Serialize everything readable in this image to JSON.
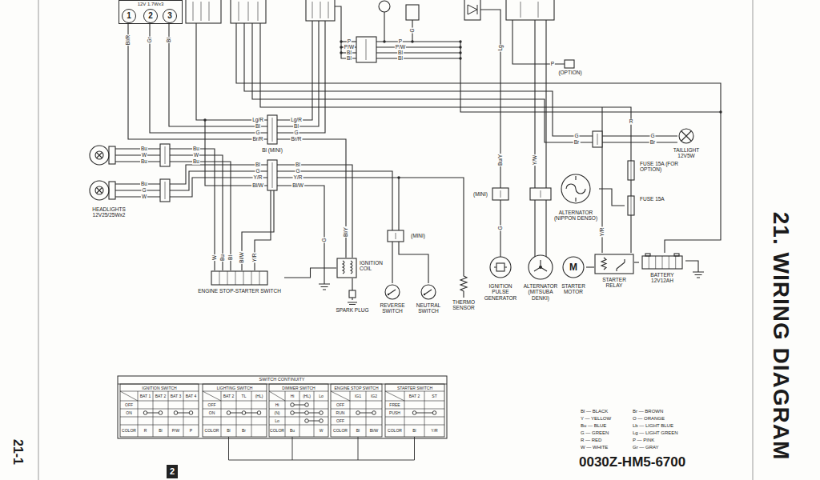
{
  "diagram": {
    "title": "21. WIRING DIAGRAM",
    "nodes": [
      {
        "text": [
          "12V 1.7Wx3"
        ]
      },
      {
        "text": [
          "1"
        ],
        "in": 0
      },
      {
        "text": [
          "2"
        ],
        "in": 0
      },
      {
        "text": [
          "3"
        ],
        "in": 0
      },
      {
        "text": [
          "HEADLIGHTS 12V25/25Wx2"
        ]
      },
      {
        "text": [
          "ENGINE STOP-STARTER SWITCH"
        ]
      },
      {
        "text": [
          "IGNITION COIL"
        ]
      },
      {
        "text": [
          "SPARK PLUG"
        ]
      },
      {
        "text": [
          "REVERSE SWITCH"
        ]
      },
      {
        "text": [
          "NEUTRAL SWITCH"
        ]
      },
      {
        "text": [
          "THERMO SENSOR"
        ]
      },
      {
        "text": [
          "IGNITION PULSE GENERATOR"
        ]
      },
      {
        "text": [
          "ALTERNATOR (MITSUBA DENKI)"
        ]
      },
      {
        "text": [
          "M",
          "STARTER MOTOR"
        ]
      },
      {
        "text": [
          "ALTERNATOR (NIPPON DENSO)"
        ]
      },
      {
        "text": [
          "STARTER RELAY"
        ]
      },
      {
        "text": [
          "BATTERY 12V12AH"
        ]
      },
      {
        "text": [
          "FUSE 15A (FOR OPTION)"
        ]
      },
      {
        "text": [
          "FUSE 15A"
        ]
      },
      {
        "text": [
          "TAILLIGHT 12V5W"
        ]
      },
      {
        "text": [
          "2"
        ]
      }
    ],
    "edges": [
      {
        "from": 16,
        "to": 15,
        "arrow": "none"
      },
      {
        "from": 15,
        "to": 13,
        "arrow": "none"
      },
      {
        "from": 18,
        "to": 15,
        "arrow": "none"
      },
      {
        "from": 17,
        "to": 18,
        "arrow": "none"
      },
      {
        "from": 6,
        "to": 7,
        "arrow": "none"
      },
      {
        "from": 5,
        "to": 6,
        "arrow": "none"
      },
      {
        "from": 14,
        "to": 18,
        "arrow": "none"
      }
    ],
    "labels": [
      "Bl/R",
      "Gr",
      "Bl",
      "P",
      "(OPTION)",
      "Lg/R",
      "Bl",
      "G",
      "Br/R",
      "Bl (MINI)",
      "Lg/R",
      "Bl",
      "G",
      "Br/R",
      "Bu",
      "W",
      "Bu",
      "Bu",
      "W",
      "Bu",
      "Bu",
      "G",
      "W",
      "Bl",
      "G",
      "Y/R",
      "Bl/W",
      "Bl",
      "G",
      "Y/R",
      "Bl/W",
      "W",
      "Bu",
      "Bl",
      "Bl/W",
      "Y/R",
      "P",
      "P/W",
      "Bl",
      "Bl",
      "P",
      "P/W",
      "Bl",
      "Bl",
      "G",
      "Lg",
      "G",
      "Br",
      "G",
      "Br",
      "R",
      "Y/R",
      "(MINI)",
      "G",
      "Bu/Y",
      "Y/W",
      "(MINI)",
      "Bl/Y",
      "G",
      "SWITCH CONTINUITY",
      "IGNITION SWITCH",
      "BAT 1",
      "BAT 2",
      "BAT 3",
      "BAT 4",
      "OFF",
      "ON",
      "COLOR",
      "R",
      "Bl",
      "P/W",
      "P",
      "LIGHTING SWITCH",
      "BAT 2",
      "TL",
      "(HL)",
      "OFF",
      "ON",
      "COLOR",
      "Bl",
      "Br",
      "DIMMER SWITCH",
      "Hi",
      "(HL)",
      "Lo",
      "Hi",
      "(N)",
      "Lo",
      "COLOR",
      "Bu",
      "W",
      "ENGINE STOP SWITCH",
      "IG1",
      "IG2",
      "OFF",
      "RUN",
      "OFF",
      "COLOR",
      "Bl",
      "Bl/W",
      "STARTER SWITCH",
      "BAT 2",
      "ST",
      "FREE",
      "PUSH",
      "COLOR",
      "Bl",
      "Y/R",
      "Bl — BLACK",
      "Y — YELLOW",
      "Bu — BLUE",
      "G — GREEN",
      "R — RED",
      "W — WHITE",
      "Br — BROWN",
      "O — ORANGE",
      "Lb — LIGHT BLUE",
      "Lg — LIGHT GREEN",
      "P — PINK",
      "Gr — GRAY",
      "0030Z-HM5-6700",
      "21-1"
    ]
  }
}
